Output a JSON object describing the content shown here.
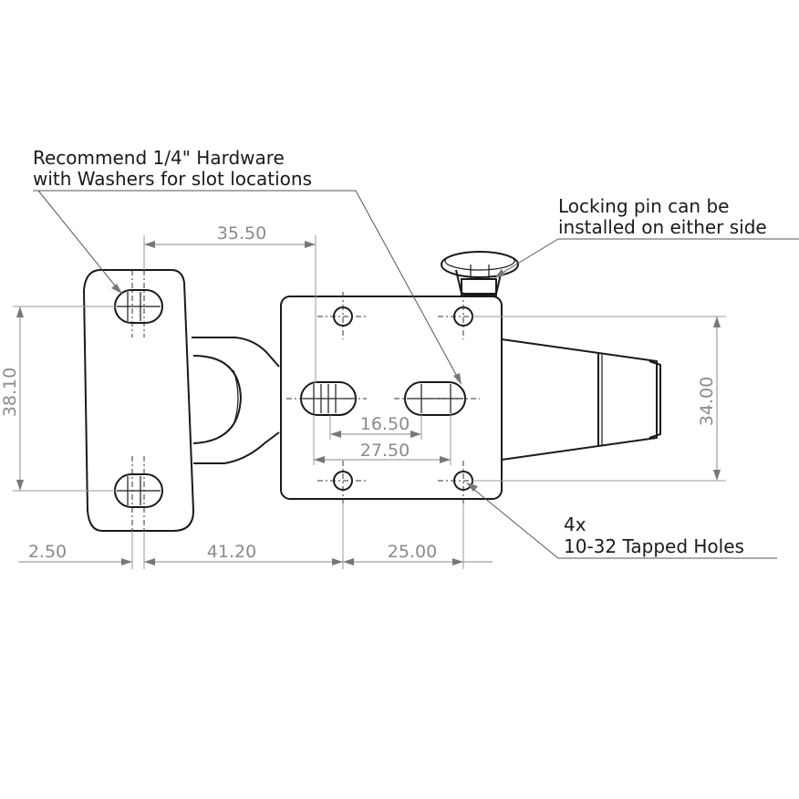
{
  "notes": {
    "hardware_line1": "Recommend 1/4\" Hardware",
    "hardware_line2": "with Washers for slot locations",
    "pin_line1": "Locking pin can be",
    "pin_line2": "installed on either side",
    "holes_line1": "4x",
    "holes_line2": "10-32 Tapped Holes"
  },
  "dimensions": {
    "slot_spacing_top": "35.50",
    "slot_height_left": "38.10",
    "inner_slot_spacing": "16.50",
    "outer_slot_spacing": "27.50",
    "hole_spacing_right": "34.00",
    "bottom_a": "2.50",
    "bottom_b": "41.20",
    "bottom_c": "25.00"
  }
}
